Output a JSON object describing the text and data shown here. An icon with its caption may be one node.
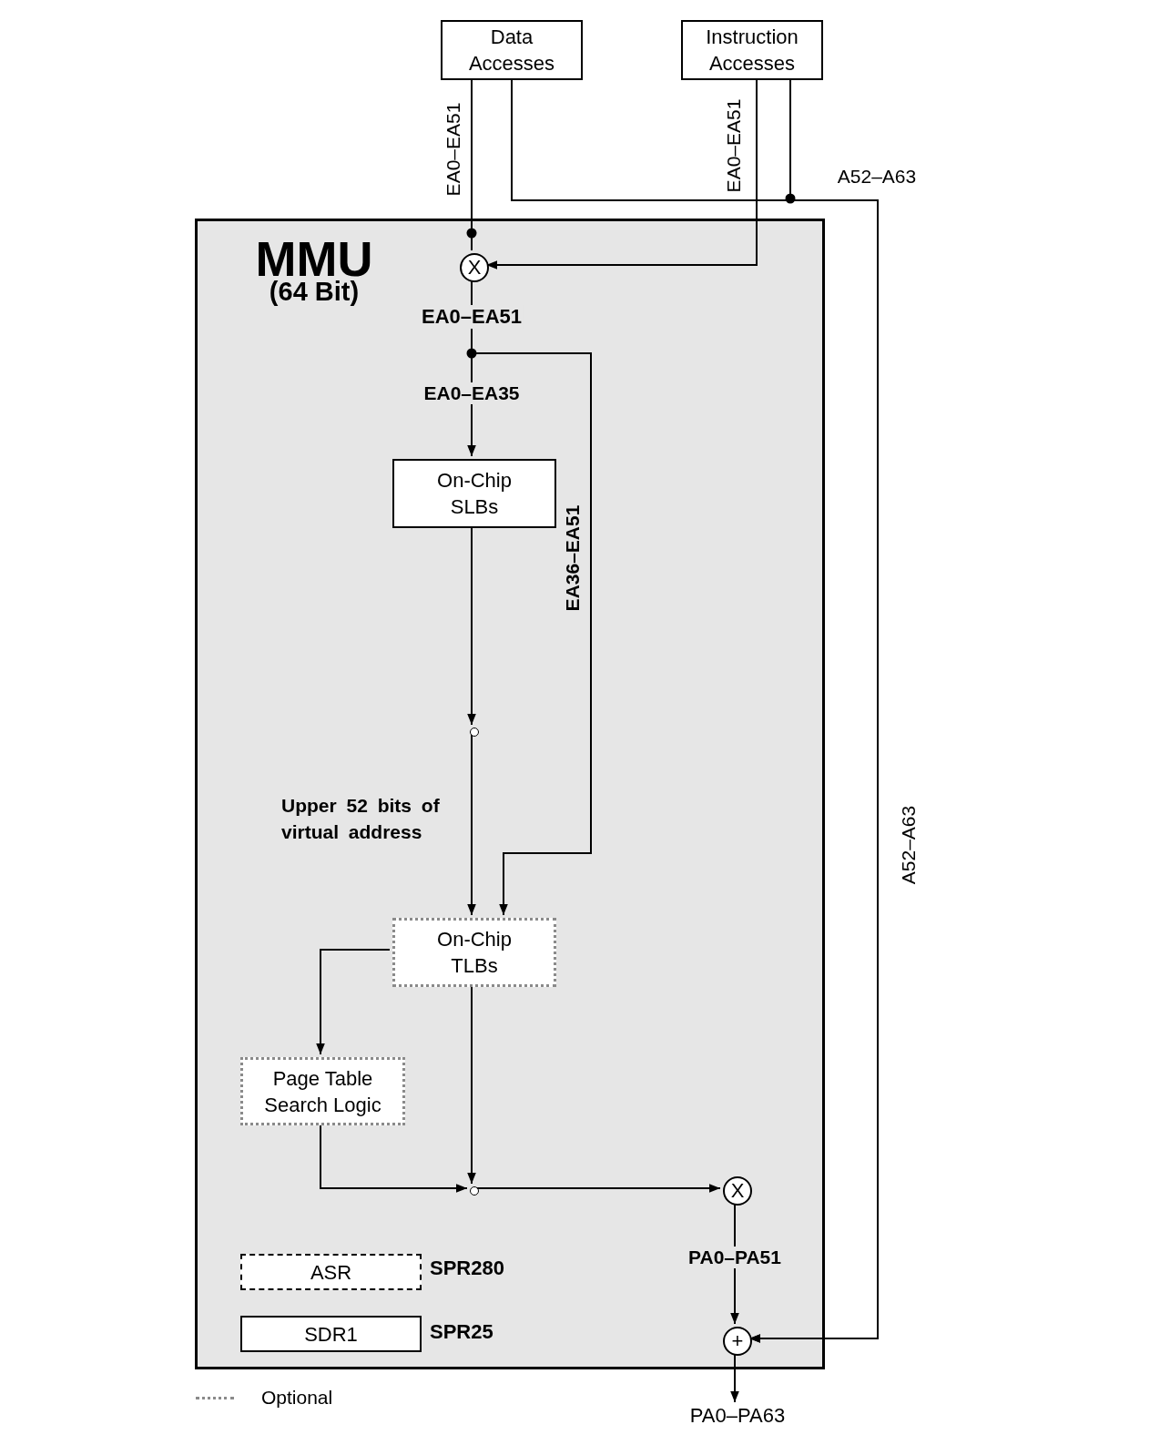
{
  "diagram": {
    "nodes": [
      {
        "text": [
          "Data Accesses"
        ]
      },
      {
        "text": [
          "Instruction Accesses"
        ]
      },
      {
        "text": [
          "MMU",
          "(64 Bit)"
        ]
      },
      {
        "text": [
          "X"
        ],
        "in": 2
      },
      {
        "text": [
          "On-Chip SLBs"
        ],
        "in": 2
      },
      {
        "text": [],
        "shape": "circle",
        "in": 2
      },
      {
        "text": [
          "On-Chip TLBs"
        ],
        "in": 2
      },
      {
        "text": [
          "Page Table Search Logic"
        ],
        "in": 2
      },
      {
        "text": [],
        "shape": "circle",
        "in": 2
      },
      {
        "text": [
          "X"
        ],
        "in": 2
      },
      {
        "text": [
          "+"
        ],
        "in": 2
      },
      {
        "text": [
          "ASR"
        ],
        "in": 2
      },
      {
        "text": [
          "SDR1"
        ],
        "in": 2
      },
      {
        "text": [
          "PA0–PA63"
        ]
      }
    ],
    "edges": [
      {
        "from": 0,
        "to": 3,
        "arrow": "none",
        "label": "EA0–EA51"
      },
      {
        "from": 1,
        "to": 3,
        "arrow": "to",
        "label": "EA0–EA51"
      },
      {
        "from": 0,
        "to": 10,
        "arrow": "to",
        "label": "A52–A63"
      },
      {
        "from": 1,
        "to": 10,
        "arrow": "to",
        "label": "A52–A63"
      },
      {
        "from": 3,
        "to": 4,
        "arrow": "to",
        "label": "EA0–EA35"
      },
      {
        "from": 3,
        "to": 6,
        "arrow": "to",
        "label": "EA36–EA51"
      },
      {
        "from": 4,
        "to": 5,
        "arrow": "to"
      },
      {
        "from": 5,
        "to": 6,
        "arrow": "to",
        "label": "Upper 52 bits of virtual address"
      },
      {
        "from": 6,
        "to": 7,
        "arrow": "to"
      },
      {
        "from": 6,
        "to": 8,
        "arrow": "to"
      },
      {
        "from": 7,
        "to": 8,
        "arrow": "to"
      },
      {
        "from": 8,
        "to": 9,
        "arrow": "to"
      },
      {
        "from": 9,
        "to": 10,
        "arrow": "to",
        "label": "PA0–PA51"
      },
      {
        "from": 10,
        "to": 13,
        "arrow": "to"
      }
    ],
    "labels": [
      "EA0–EA51",
      "SPR280",
      "SPR25"
    ],
    "legend": [
      {
        "text": "Optional"
      }
    ]
  }
}
